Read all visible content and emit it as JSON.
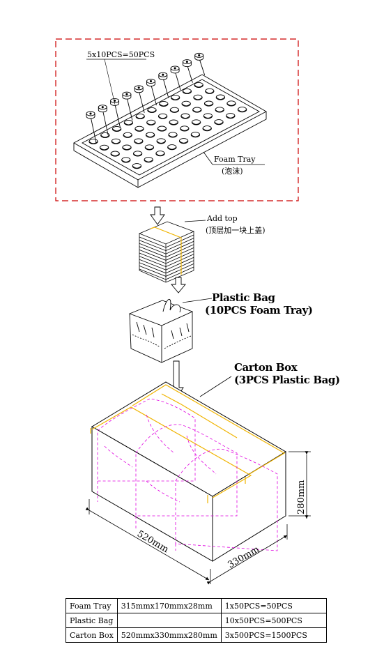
{
  "labels": {
    "tray_count": "5x10PCS=50PCS",
    "foam_tray": "Foam Tray",
    "foam_tray_cn": "(泡沫)",
    "add_top": "Add top",
    "add_top_cn": "(顶层加一块上盖)",
    "plastic_bag": "Plastic Bag",
    "plastic_bag_sub": "(10PCS Foam Tray)",
    "carton_box": "Carton Box",
    "carton_box_sub": "(3PCS Plastic Bag)",
    "dim_length": "520mm",
    "dim_width": "330mm",
    "dim_height": "280mm"
  },
  "colors": {
    "frame": "#cc0000",
    "tape": "#f0b400",
    "bag_outline": "#e000e0"
  },
  "table": [
    [
      "Foam Tray",
      "315mmx170mmx28mm",
      "1x50PCS=50PCS"
    ],
    [
      "Plastic Bag",
      "",
      "10x50PCS=500PCS"
    ],
    [
      "Carton Box",
      "520mmx330mmx280mm",
      "3x500PCS=1500PCS"
    ]
  ]
}
